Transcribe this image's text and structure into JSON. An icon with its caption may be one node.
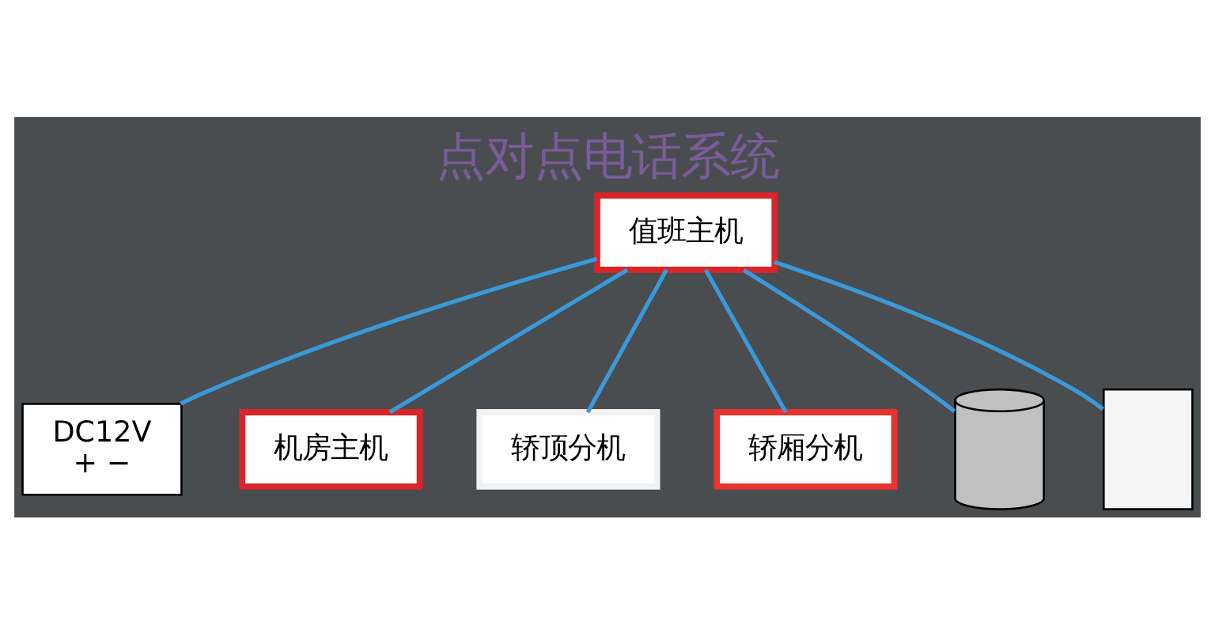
{
  "diagram": {
    "title": "点对点电话系统",
    "nodes": [
      {
        "text": [
          "值班主机"
        ]
      },
      {
        "text": [
          "DC12V",
          "+ −"
        ]
      },
      {
        "text": [
          "机房主机"
        ]
      },
      {
        "text": [
          "轿顶分机"
        ]
      },
      {
        "text": [
          "轿厢分机"
        ]
      },
      {
        "text": [],
        "shape": "cylinder"
      },
      {
        "text": [],
        "shape": "box"
      }
    ],
    "edges": [
      {
        "from": 0,
        "to": 1,
        "arrow": "none",
        "color": "#3a9ad9"
      },
      {
        "from": 0,
        "to": 2,
        "arrow": "none",
        "color": "#3a9ad9"
      },
      {
        "from": 0,
        "to": 5,
        "arrow": "none",
        "color": "#3a9ad9"
      },
      {
        "from": 0,
        "to": 6,
        "arrow": "none",
        "color": "#3a9ad9"
      },
      {
        "from": 0,
        "to": 3,
        "arrow": "none",
        "color": "#3a9ad9"
      },
      {
        "from": 0,
        "to": 4,
        "arrow": "none",
        "color": "#3a9ad9"
      }
    ]
  }
}
